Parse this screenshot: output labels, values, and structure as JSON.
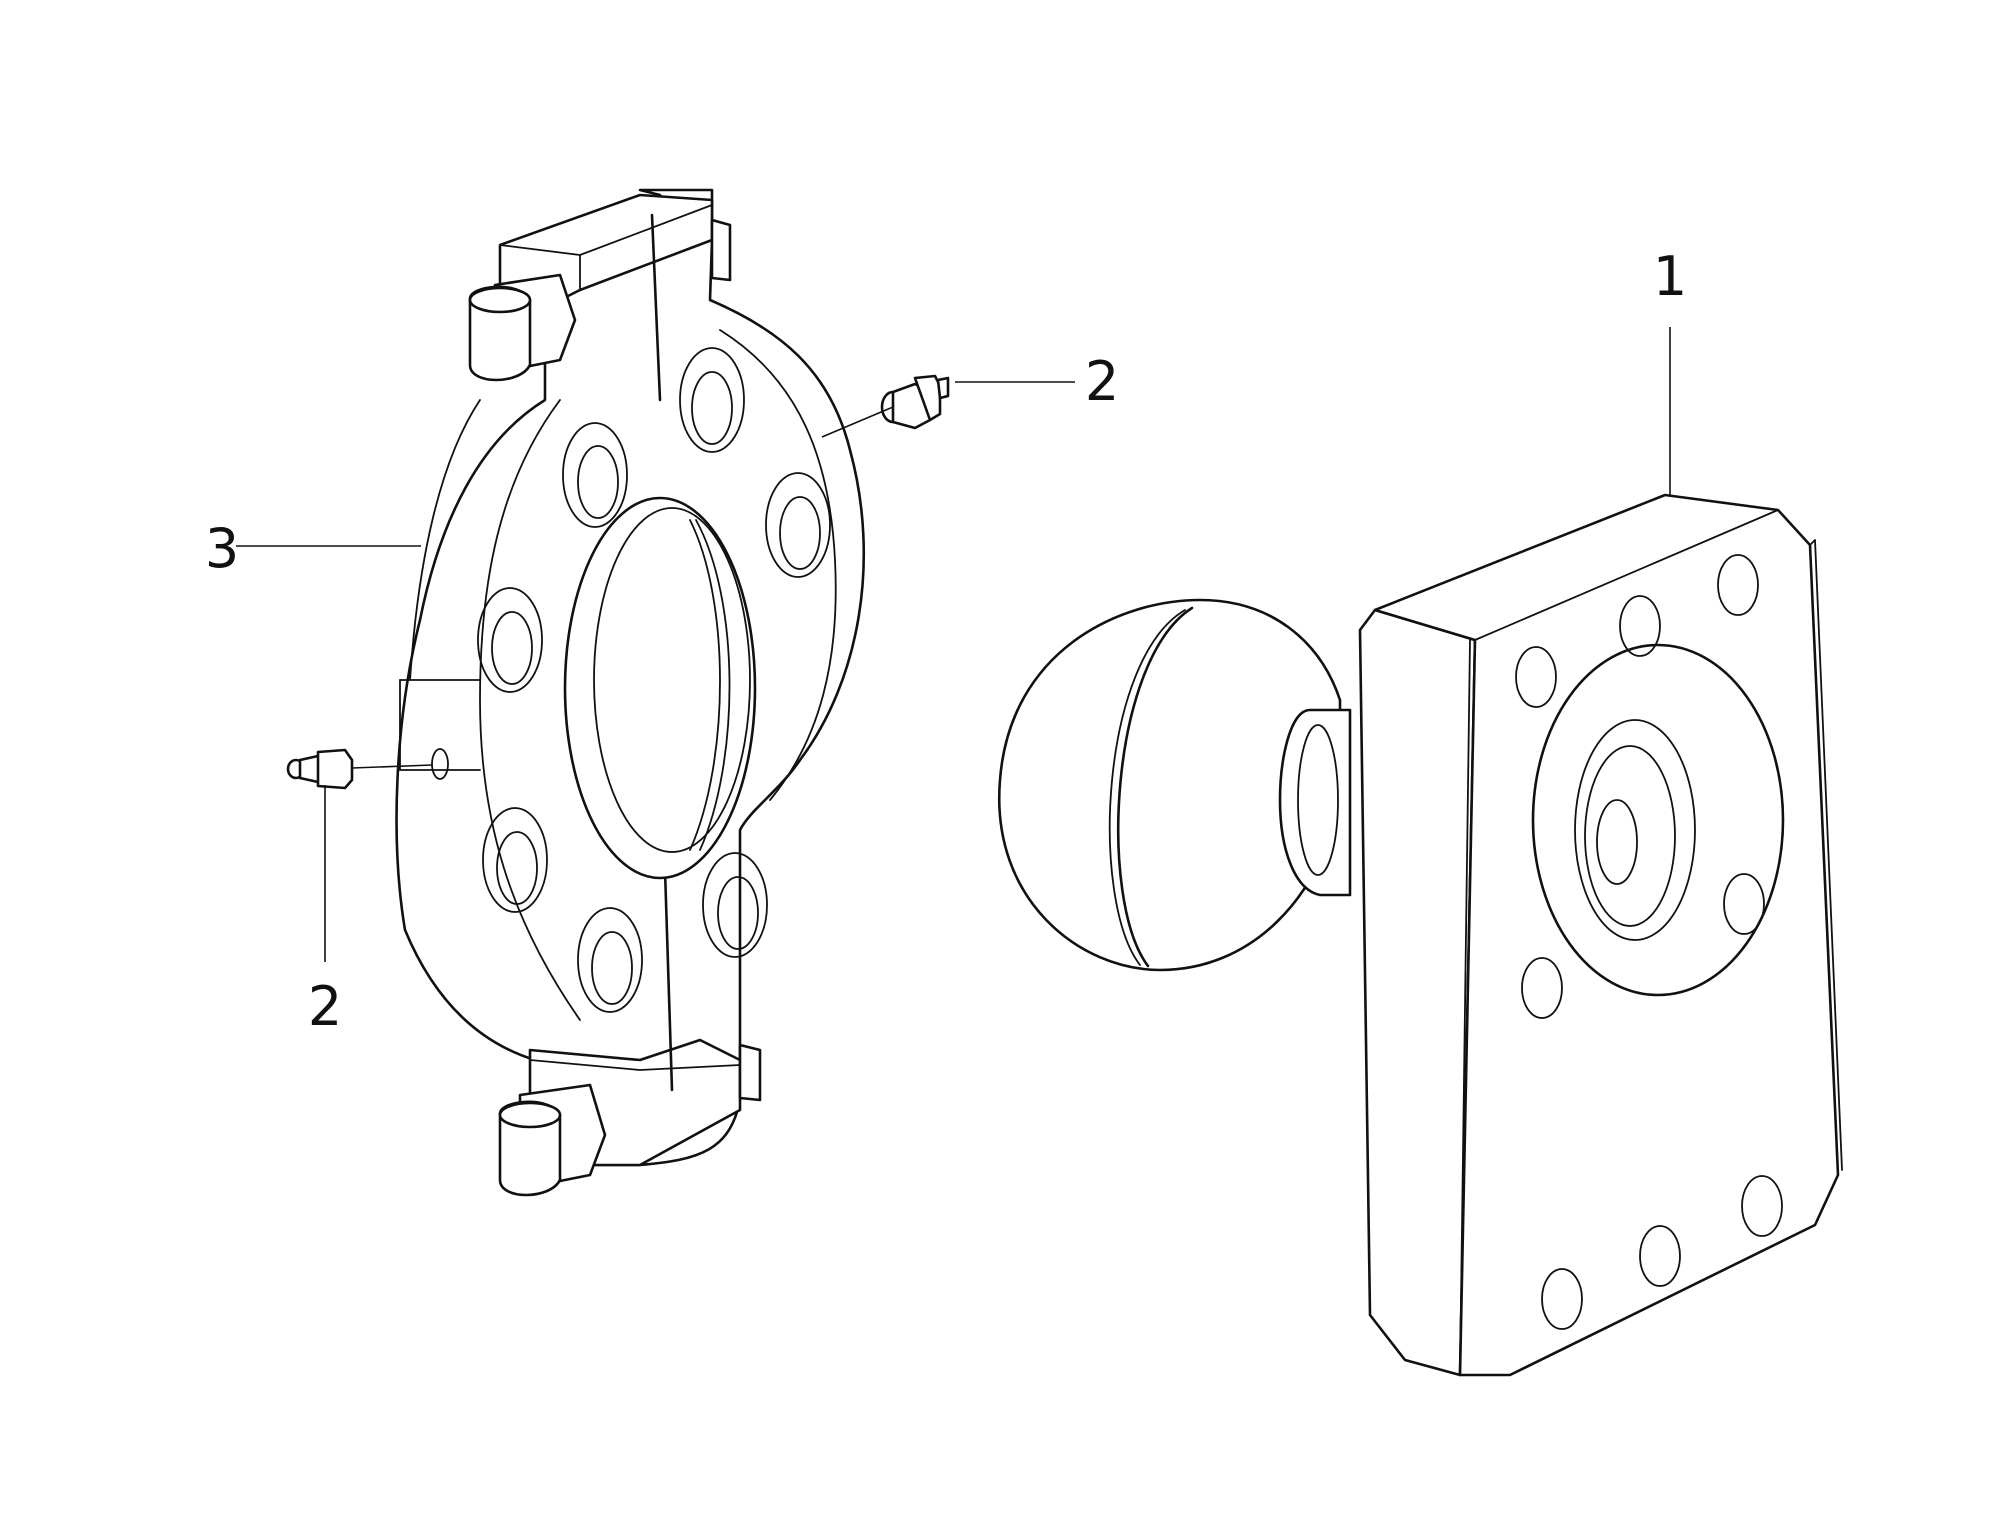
{
  "diagram": {
    "callouts": [
      {
        "id": "part-1",
        "label": "1"
      },
      {
        "id": "part-2-top",
        "label": "2"
      },
      {
        "id": "part-2-bottom",
        "label": "2"
      },
      {
        "id": "part-3",
        "label": "3"
      }
    ],
    "colors": {
      "line": "#111111",
      "background": "#ffffff"
    }
  }
}
